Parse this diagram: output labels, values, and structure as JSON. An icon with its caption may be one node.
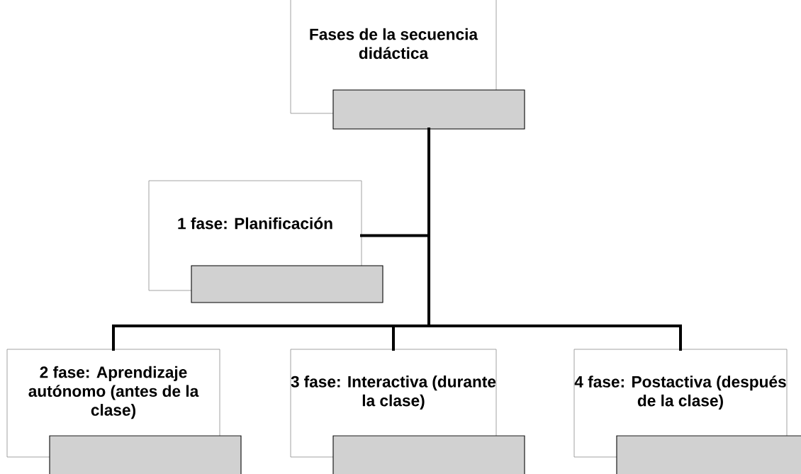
{
  "diagram": {
    "nodes": [
      {
        "text": [
          "Fases de la secuencia didáctica"
        ]
      },
      {
        "text": [],
        "shape": "box"
      },
      {
        "text": [
          "1 fase: Planificación"
        ]
      },
      {
        "text": [],
        "shape": "box"
      },
      {
        "text": [
          "2 fase: Aprendizaje autónomo  (antes de la clase)"
        ]
      },
      {
        "text": [],
        "shape": "box"
      },
      {
        "text": [
          "3 fase: Interactiva (durante la clase)"
        ]
      },
      {
        "text": [],
        "shape": "box"
      },
      {
        "text": [
          "4 fase: Postactiva (después de la clase)"
        ]
      },
      {
        "text": [],
        "shape": "box"
      }
    ],
    "edges": [
      {
        "from": 1,
        "to": 2,
        "arrow": "none"
      },
      {
        "from": 1,
        "to": 4,
        "arrow": "none"
      },
      {
        "from": 1,
        "to": 6,
        "arrow": "none"
      },
      {
        "from": 1,
        "to": 8,
        "arrow": "none"
      }
    ]
  }
}
